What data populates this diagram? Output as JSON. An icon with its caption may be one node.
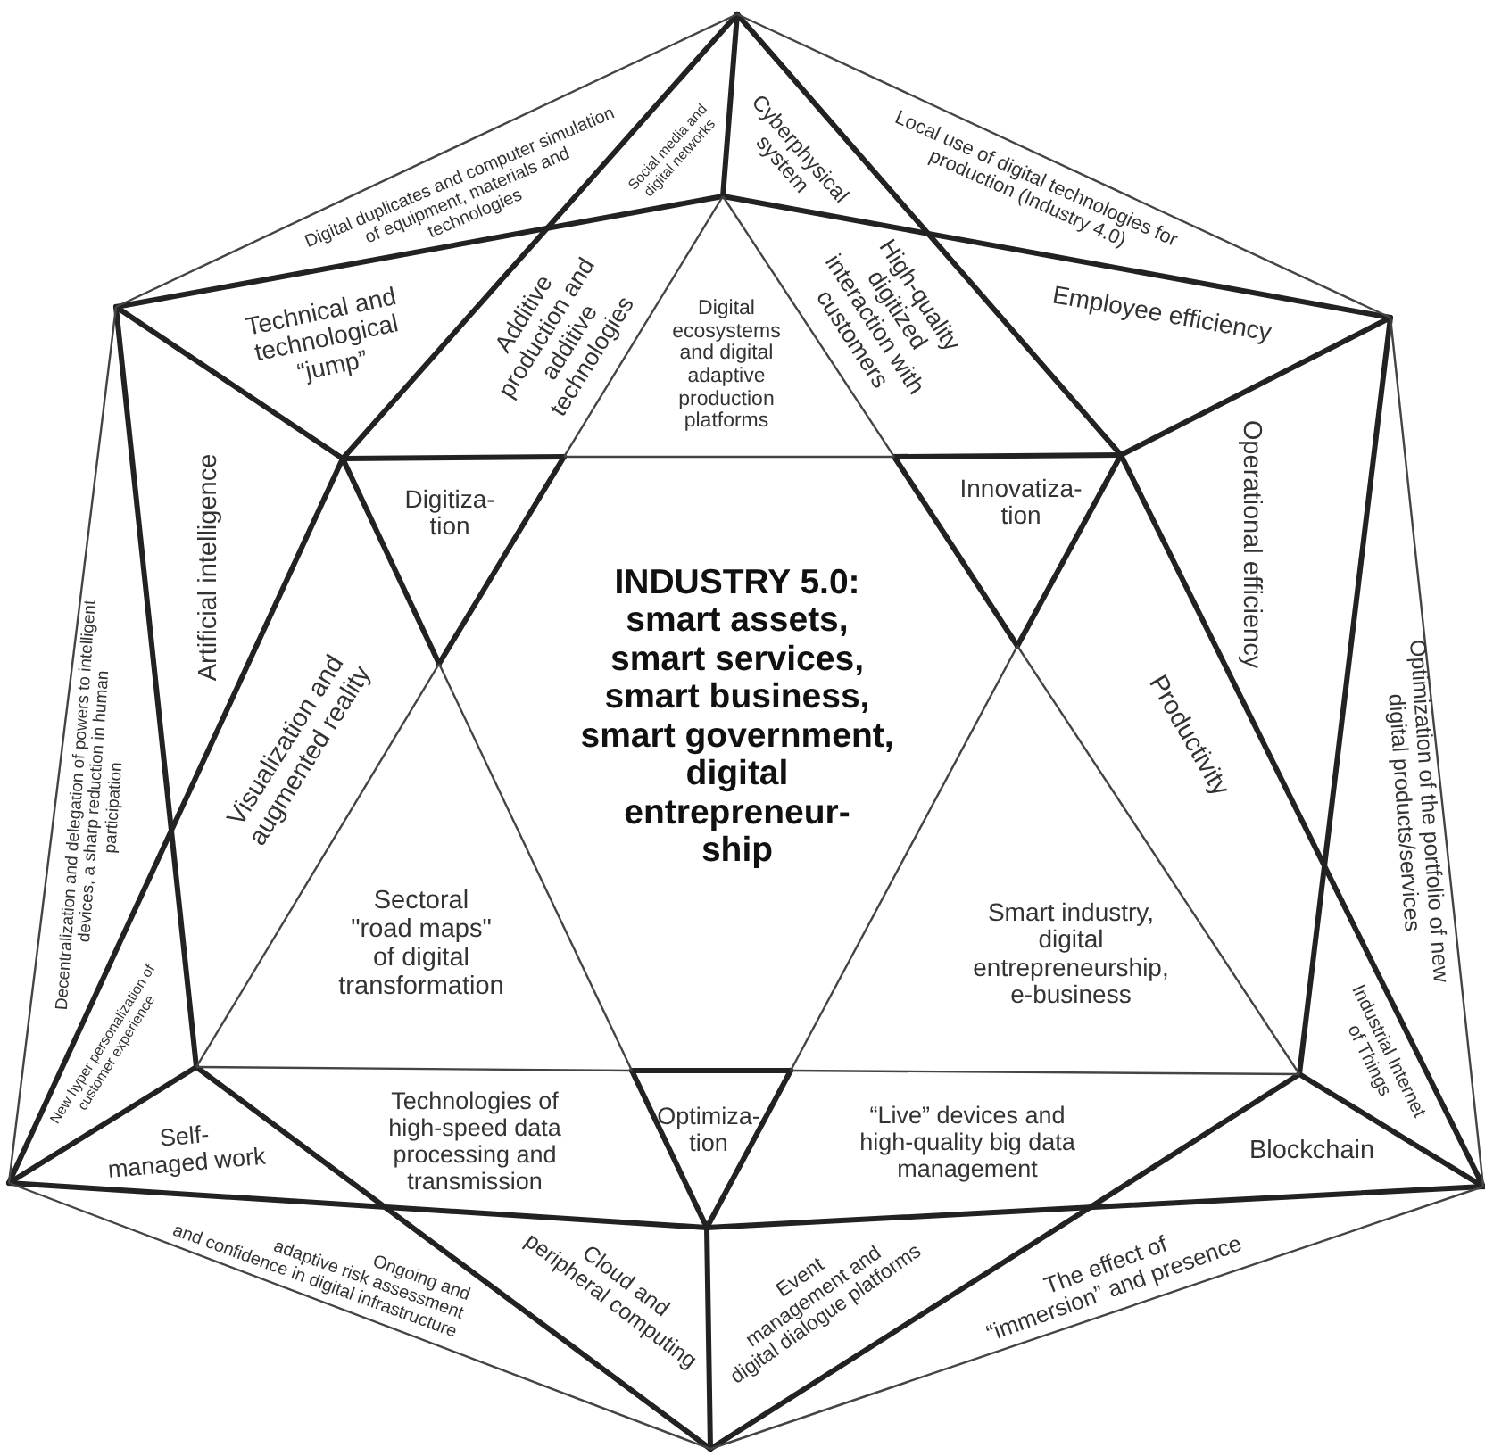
{
  "diagram": {
    "labels": [
      "Digital duplicates and computer simulation of equipment, materials and technologies",
      "Social media and digital networks",
      "Cyberphysical system",
      "Local use of digital technologies for production (Industry 4.0)",
      "Technical and technological “jump”",
      "Additive production and additive technologies",
      "Digital ecosystems and digital adaptive production platforms",
      "High-quality digitized interaction with customers",
      "Employee efficiency",
      "Artificial intelligence",
      "Digitiza- tion",
      "Innovatiza- tion",
      "Operational efficiency",
      "Decentralization and delegation of powers to intelligent devices, a sharp reduction in human participation",
      "Visualization and augmented reality",
      "INDUSTRY 5.0: smart assets, smart services, smart business, smart government, digital entrepreneur- ship",
      "Productivity",
      "Optimization of the portfolio of new digital products/services",
      "Sectoral \"road maps\" of digital transformation",
      "Smart industry, digital entrepreneurship, e-business",
      "New hyper personalization of customer experience",
      "Industrial Internet of Things",
      "Self- managed work",
      "Technologies of high-speed data processing and transmission",
      "Optimiza- tion",
      "“Live” devices and high-quality big data management",
      "Blockchain",
      "Ongoing and adaptive risk assessment and confidence in digital infrastructure",
      "Cloud and peripheral computing",
      "Event management and digital dialogue platforms",
      "The effect of “immersion” and presence"
    ]
  }
}
